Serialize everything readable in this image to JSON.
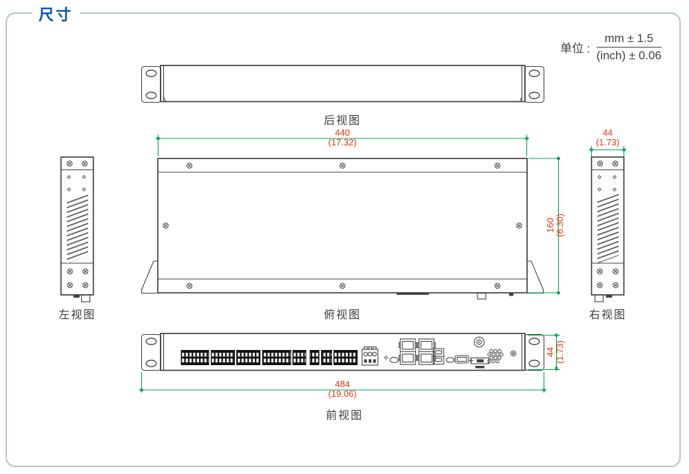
{
  "page": {
    "title": "尺寸"
  },
  "unit": {
    "label": "单位 :",
    "mm_tolerance": "mm ± 1.5",
    "inch_tolerance": "(inch) ± 0.06"
  },
  "views": {
    "rear": {
      "label": "后视图"
    },
    "top": {
      "label": "俯视图"
    },
    "left": {
      "label": "左视图"
    },
    "right": {
      "label": "右视图"
    },
    "front": {
      "label": "前视图"
    }
  },
  "dimensions": {
    "chassis_width": {
      "mm": "440",
      "inch": "(17.32)"
    },
    "chassis_depth": {
      "mm": "160",
      "inch": "(6.30)"
    },
    "side_width": {
      "mm": "44",
      "inch": "(1.73)"
    },
    "front_height": {
      "mm": "44",
      "inch": "(1.73)"
    },
    "overall_width": {
      "mm": "484",
      "inch": "(19.06)"
    }
  },
  "colors": {
    "accent_blue": "#0553a2",
    "dimension_green": "#00a651",
    "dimension_red": "#e8380d",
    "line_dark": "#3f3f3f",
    "frame_border": "#b5c3ce"
  }
}
